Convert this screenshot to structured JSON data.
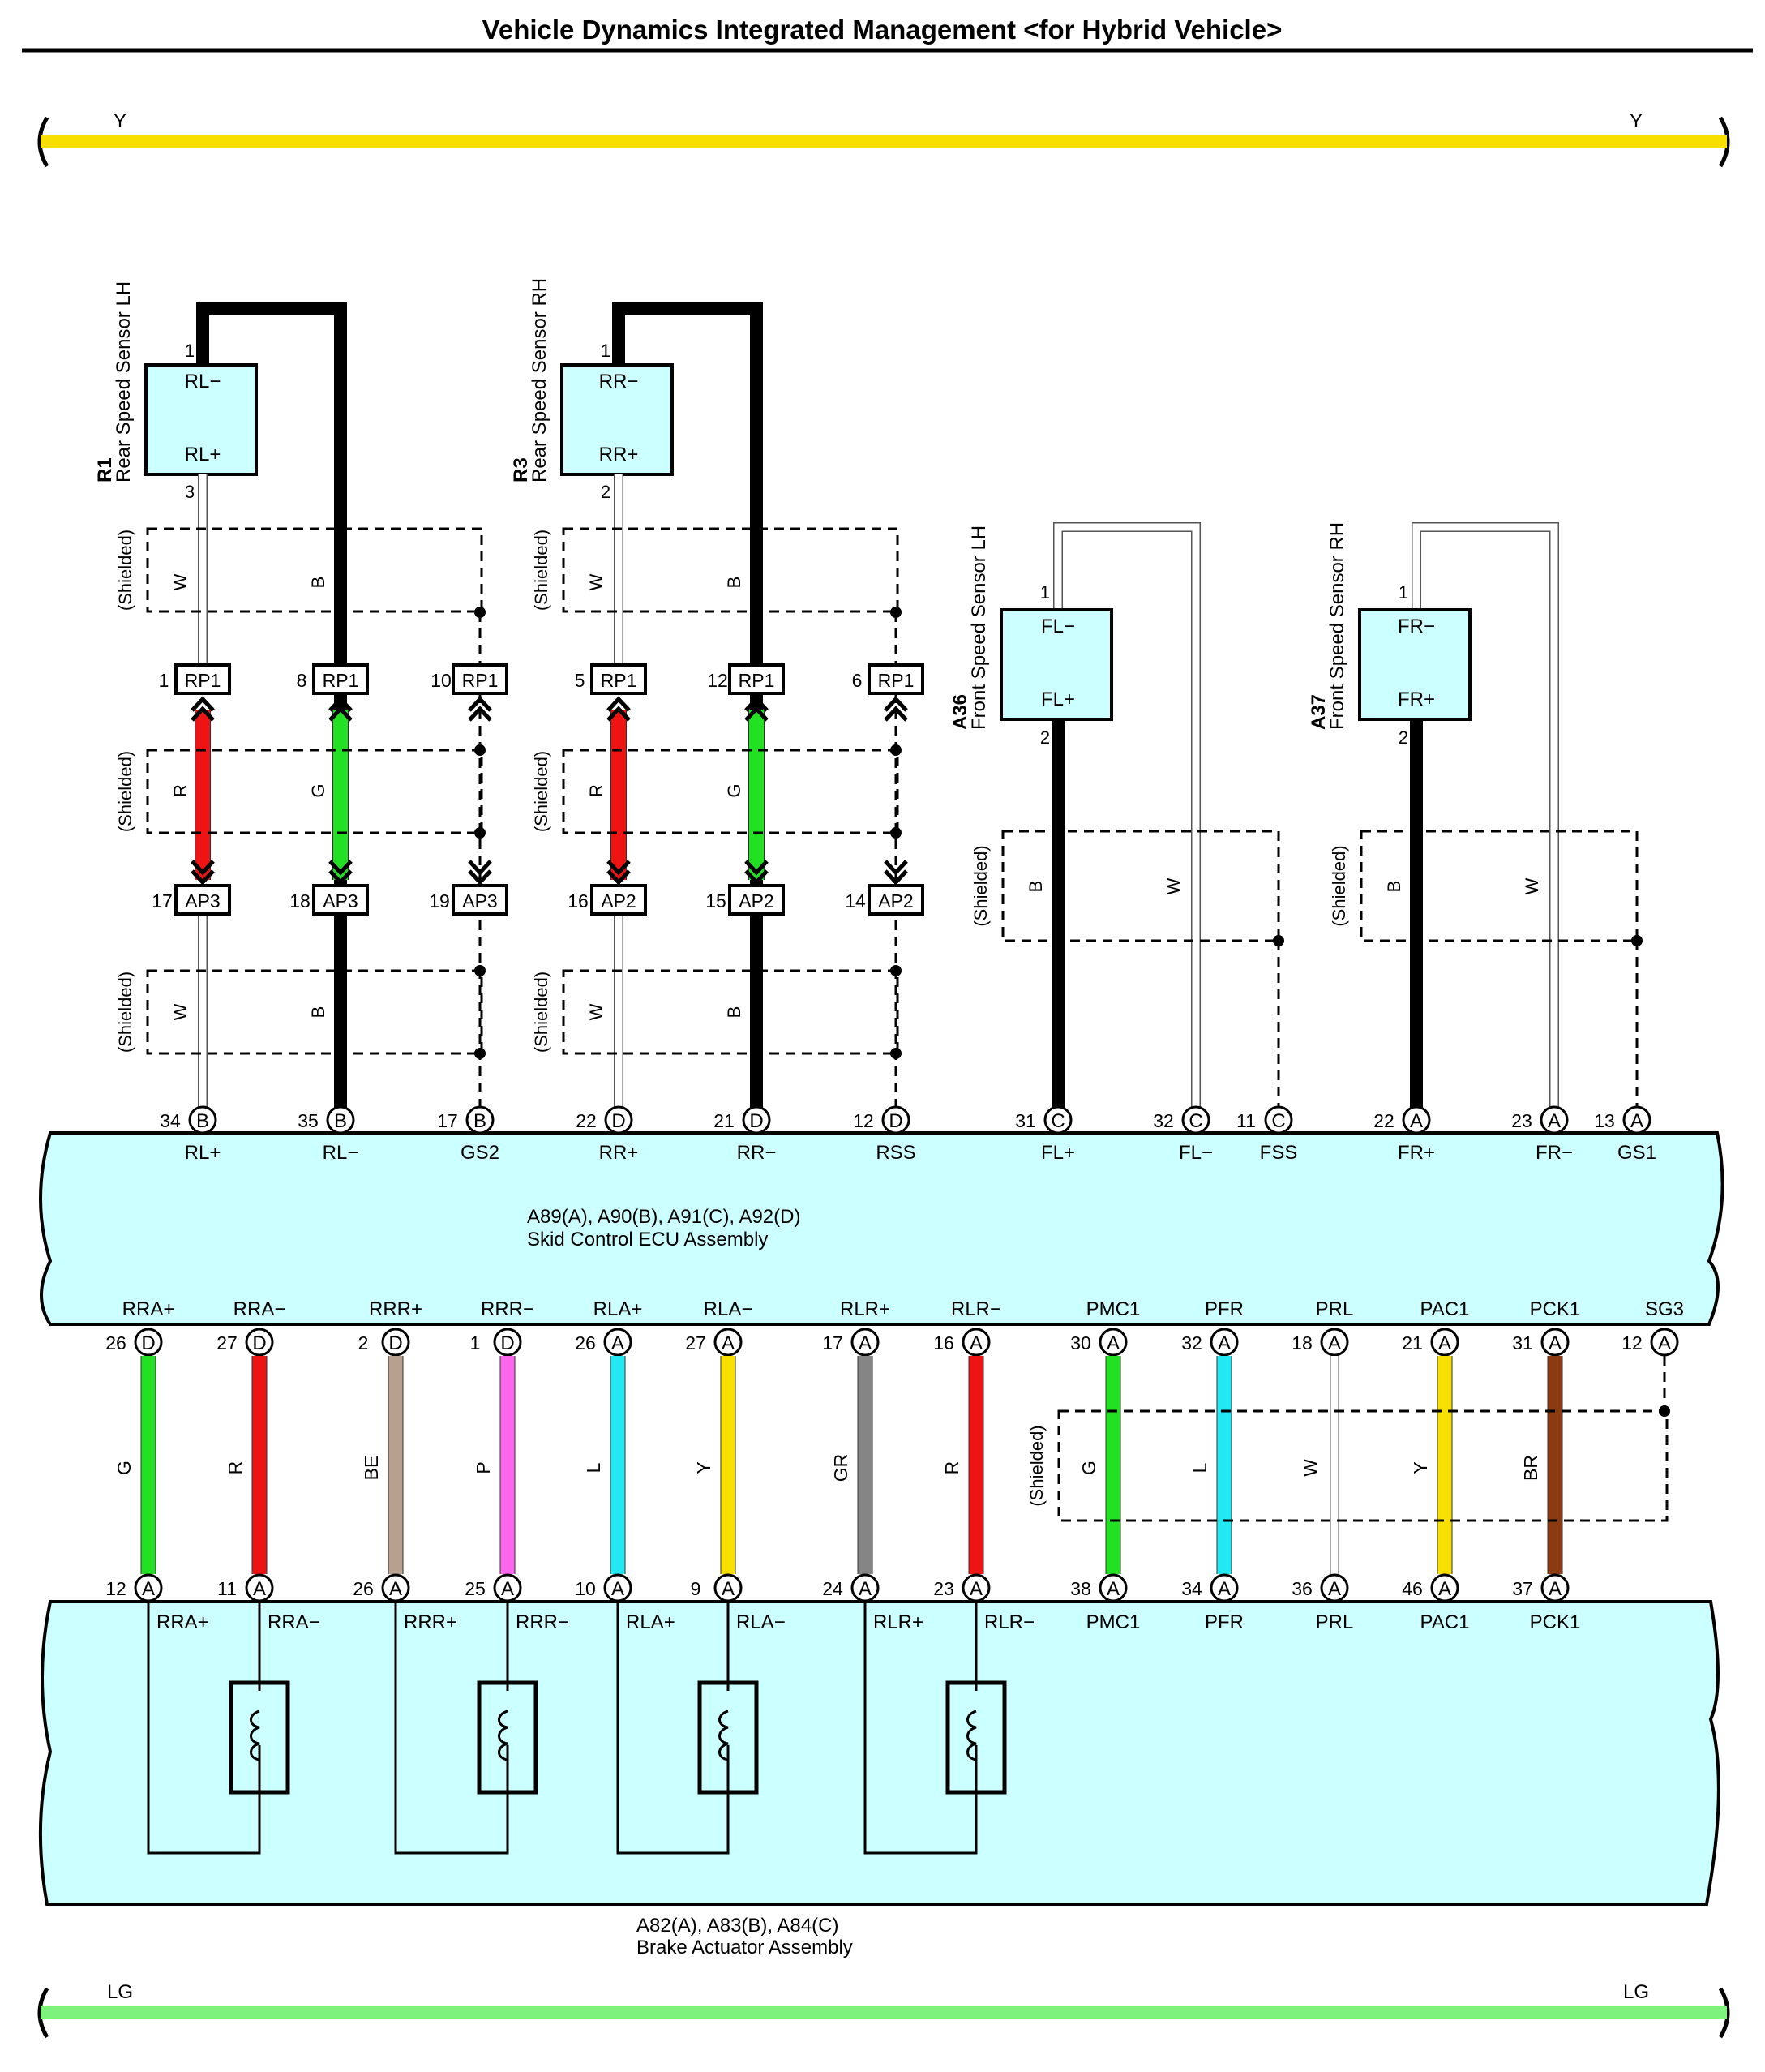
{
  "title": "Vehicle Dynamics Integrated Management <for Hybrid Vehicle>",
  "colors": {
    "Y": "#f7df00",
    "LG": "#7df27d",
    "R": "#ee1414",
    "G": "#22e022",
    "BE": "#b8a08e",
    "P": "#ff66ee",
    "L": "#22e8f2",
    "GR": "#858585",
    "BR": "#8a3b12",
    "B": "#000000",
    "W": "#ffffff",
    "box": "#ccffff"
  },
  "rails": {
    "top": {
      "label_left": "Y",
      "label_right": "Y",
      "color": "Y"
    },
    "bottom": {
      "label_left": "LG",
      "label_right": "LG",
      "color": "LG"
    }
  },
  "shielded_label": "(Shielded)",
  "sensors": [
    {
      "code": "R1",
      "name": "Rear Speed Sensor LH",
      "top": "RL−",
      "bottom": "RL+",
      "pin_top": "1",
      "pin_bottom": "3"
    },
    {
      "code": "R3",
      "name": "Rear Speed Sensor RH",
      "top": "RR−",
      "bottom": "RR+",
      "pin_top": "1",
      "pin_bottom": "2"
    },
    {
      "code": "A36",
      "name": "Front Speed Sensor LH",
      "top": "FL−",
      "bottom": "FL+",
      "pin_top": "1",
      "pin_bottom": "2"
    },
    {
      "code": "A37",
      "name": "Front Speed Sensor RH",
      "top": "FR−",
      "bottom": "FR+",
      "pin_top": "1",
      "pin_bottom": "2"
    }
  ],
  "rp_connectors": [
    {
      "pin": "1",
      "name": "RP1"
    },
    {
      "pin": "8",
      "name": "RP1"
    },
    {
      "pin": "10",
      "name": "RP1"
    },
    {
      "pin": "5",
      "name": "RP1"
    },
    {
      "pin": "12",
      "name": "RP1"
    },
    {
      "pin": "6",
      "name": "RP1"
    }
  ],
  "ap_connectors": [
    {
      "pin": "17",
      "name": "AP3"
    },
    {
      "pin": "18",
      "name": "AP3"
    },
    {
      "pin": "19",
      "name": "AP3"
    },
    {
      "pin": "16",
      "name": "AP2"
    },
    {
      "pin": "15",
      "name": "AP2"
    },
    {
      "pin": "14",
      "name": "AP2"
    }
  ],
  "wire_labels_upper": [
    "W",
    "B",
    "W",
    "B"
  ],
  "wire_labels_mid": [
    "R",
    "G",
    "R",
    "G"
  ],
  "wire_labels_lower": [
    "W",
    "B",
    "W",
    "B"
  ],
  "front_wire_labels": [
    "B",
    "W",
    "B",
    "W"
  ],
  "ecu": {
    "code": "A89(A), A90(B), A91(C), A92(D)",
    "name": "Skid Control ECU Assembly",
    "top_pins": [
      {
        "num": "34",
        "conn": "B",
        "sig": "RL+"
      },
      {
        "num": "35",
        "conn": "B",
        "sig": "RL−"
      },
      {
        "num": "17",
        "conn": "B",
        "sig": "GS2"
      },
      {
        "num": "22",
        "conn": "D",
        "sig": "RR+"
      },
      {
        "num": "21",
        "conn": "D",
        "sig": "RR−"
      },
      {
        "num": "12",
        "conn": "D",
        "sig": "RSS"
      },
      {
        "num": "31",
        "conn": "C",
        "sig": "FL+"
      },
      {
        "num": "32",
        "conn": "C",
        "sig": "FL−"
      },
      {
        "num": "11",
        "conn": "C",
        "sig": "FSS"
      },
      {
        "num": "22",
        "conn": "A",
        "sig": "FR+"
      },
      {
        "num": "23",
        "conn": "A",
        "sig": "FR−"
      },
      {
        "num": "13",
        "conn": "A",
        "sig": "GS1"
      }
    ],
    "bottom_pins": [
      {
        "num": "26",
        "conn": "D",
        "sig": "RRA+"
      },
      {
        "num": "27",
        "conn": "D",
        "sig": "RRA−"
      },
      {
        "num": "2",
        "conn": "D",
        "sig": "RRR+"
      },
      {
        "num": "1",
        "conn": "D",
        "sig": "RRR−"
      },
      {
        "num": "26",
        "conn": "A",
        "sig": "RLA+"
      },
      {
        "num": "27",
        "conn": "A",
        "sig": "RLA−"
      },
      {
        "num": "17",
        "conn": "A",
        "sig": "RLR+"
      },
      {
        "num": "16",
        "conn": "A",
        "sig": "RLR−"
      },
      {
        "num": "30",
        "conn": "A",
        "sig": "PMC1"
      },
      {
        "num": "32",
        "conn": "A",
        "sig": "PFR"
      },
      {
        "num": "18",
        "conn": "A",
        "sig": "PRL"
      },
      {
        "num": "21",
        "conn": "A",
        "sig": "PAC1"
      },
      {
        "num": "31",
        "conn": "A",
        "sig": "PCK1"
      },
      {
        "num": "12",
        "conn": "A",
        "sig": "SG3"
      }
    ]
  },
  "lower_wires": [
    "G",
    "R",
    "BE",
    "P",
    "L",
    "Y",
    "GR",
    "R",
    "G",
    "L",
    "W",
    "Y",
    "BR"
  ],
  "actuator": {
    "code": "A82(A), A83(B), A84(C)",
    "name": "Brake Actuator Assembly",
    "pins": [
      {
        "num": "12",
        "conn": "A",
        "sig": "RRA+"
      },
      {
        "num": "11",
        "conn": "A",
        "sig": "RRA−"
      },
      {
        "num": "26",
        "conn": "A",
        "sig": "RRR+"
      },
      {
        "num": "25",
        "conn": "A",
        "sig": "RRR−"
      },
      {
        "num": "10",
        "conn": "A",
        "sig": "RLA+"
      },
      {
        "num": "9",
        "conn": "A",
        "sig": "RLA−"
      },
      {
        "num": "24",
        "conn": "A",
        "sig": "RLR+"
      },
      {
        "num": "23",
        "conn": "A",
        "sig": "RLR−"
      },
      {
        "num": "38",
        "conn": "A",
        "sig": "PMC1"
      },
      {
        "num": "34",
        "conn": "A",
        "sig": "PFR"
      },
      {
        "num": "36",
        "conn": "A",
        "sig": "PRL"
      },
      {
        "num": "46",
        "conn": "A",
        "sig": "PAC1"
      },
      {
        "num": "37",
        "conn": "A",
        "sig": "PCK1"
      }
    ]
  }
}
